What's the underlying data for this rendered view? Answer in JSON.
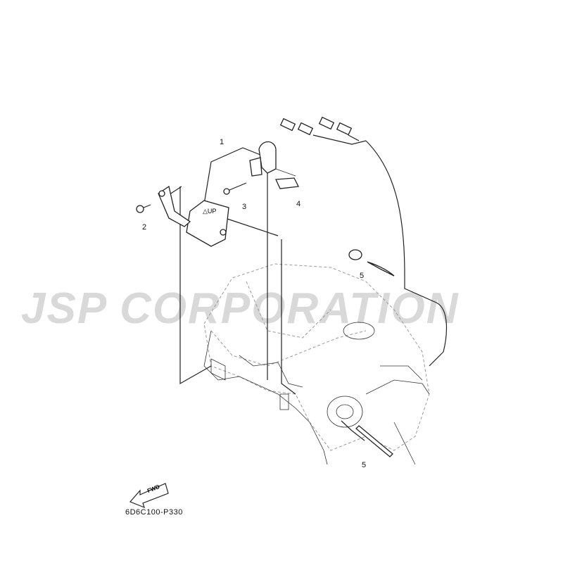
{
  "diagram": {
    "callouts": [
      "1",
      "2",
      "3",
      "4",
      "5",
      "5"
    ],
    "part_code": "6D6C100-P330",
    "fwd_label": "FWD",
    "up_label": "UP",
    "watermark": "JSP CORPORATION"
  }
}
